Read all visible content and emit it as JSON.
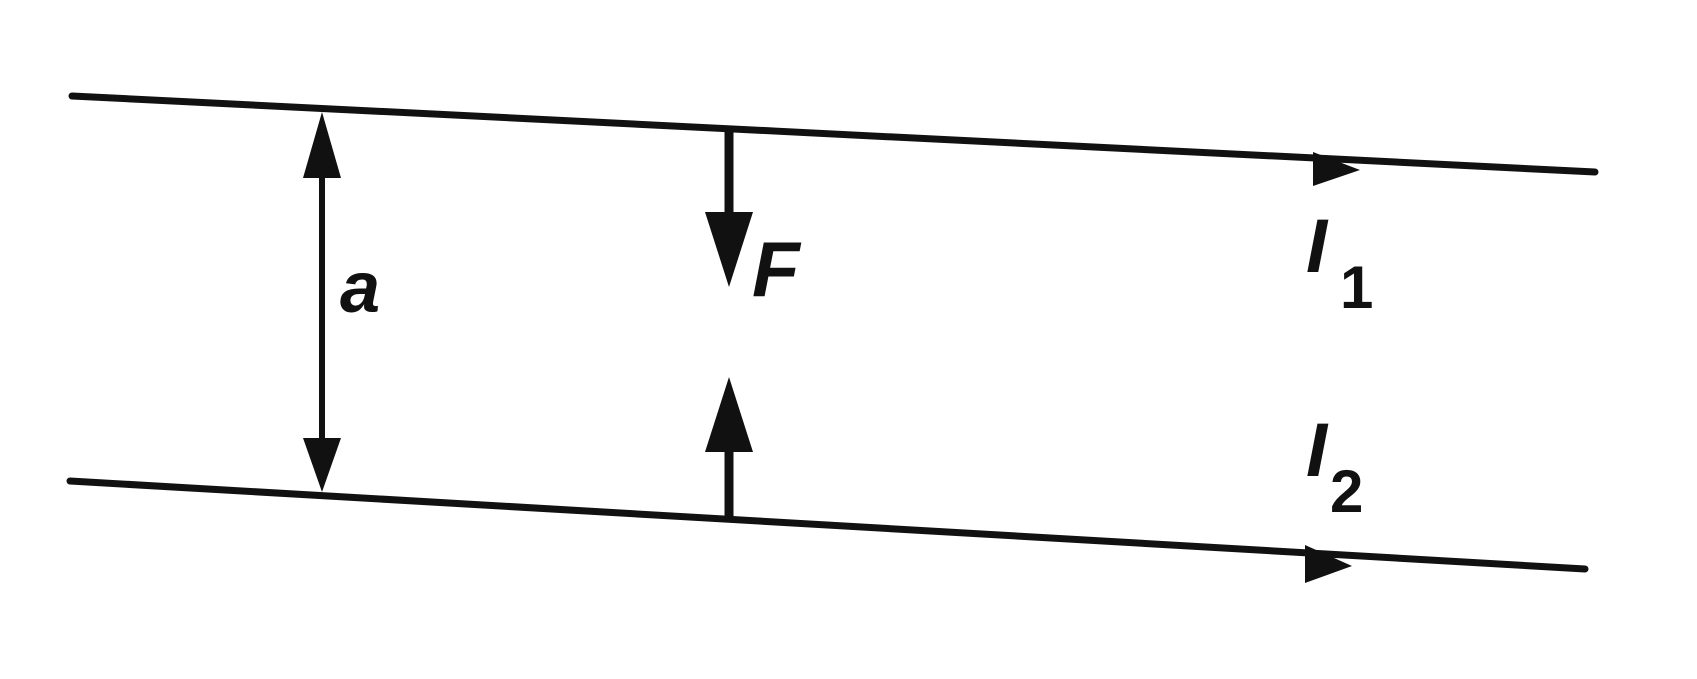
{
  "diagram": {
    "distance_label": "a",
    "force_label": "F",
    "current_1": {
      "symbol": "I",
      "subscript": "1"
    },
    "current_2": {
      "symbol": "I",
      "subscript": "2"
    }
  },
  "colors": {
    "ink": "#111111",
    "background": "#ffffff"
  }
}
